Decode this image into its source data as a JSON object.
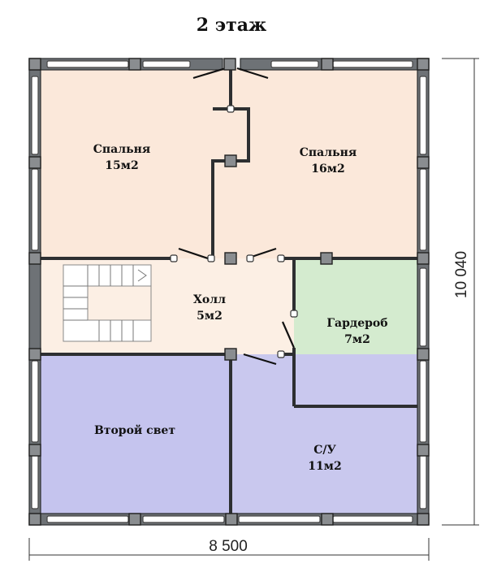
{
  "title": "2 этаж",
  "rooms": {
    "bedroom_left": {
      "name": "Спальня",
      "area": "15м2"
    },
    "bedroom_right": {
      "name": "Спальня",
      "area": "16м2"
    },
    "hall": {
      "name": "Холл",
      "area": "5м2"
    },
    "wardrobe": {
      "name": "Гардероб",
      "area": "7м2"
    },
    "second_light": {
      "name": "Второй свет"
    },
    "bathroom": {
      "name": "С/У",
      "area": "11м2"
    }
  },
  "dimensions": {
    "width": "8 500",
    "height": "10 040"
  },
  "colors": {
    "bedroom": "#fbe8da",
    "hall": "#fcefe4",
    "wardrobe": "#d4ebcf",
    "second_light": "#c5c4ee",
    "bathroom": "#c9c8ee"
  }
}
